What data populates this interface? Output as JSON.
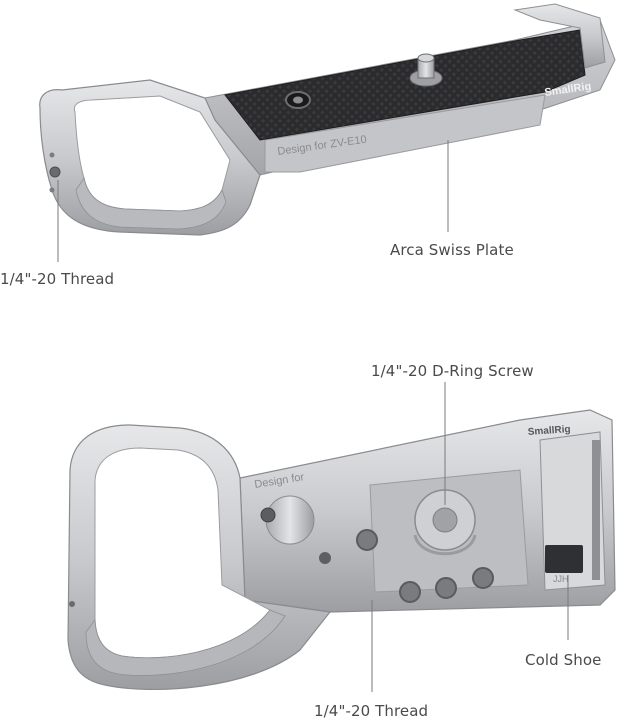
{
  "callouts": {
    "top_thread": "1/4\"-20 Thread",
    "arca_swiss_plate": "Arca Swiss Plate",
    "d_ring_screw": "1/4\"-20 D-Ring Screw",
    "cold_shoe": "Cold Shoe",
    "bottom_thread": "1/4\"-20 Thread"
  },
  "product": {
    "brand_top": "SmallRig",
    "brand_bottom": "SmallRig",
    "engraving_top": "Design for ZV-E10",
    "engraving_bottom": "Design for",
    "model_mark": "JJH"
  },
  "colors": {
    "metal_light": "#d9dadc",
    "metal_mid": "#b8b9bc",
    "metal_dark": "#8e8f93",
    "grip_pad": "#2b2b2d",
    "callout_line": "#7a7a7a",
    "text": "#4a4a4a"
  }
}
